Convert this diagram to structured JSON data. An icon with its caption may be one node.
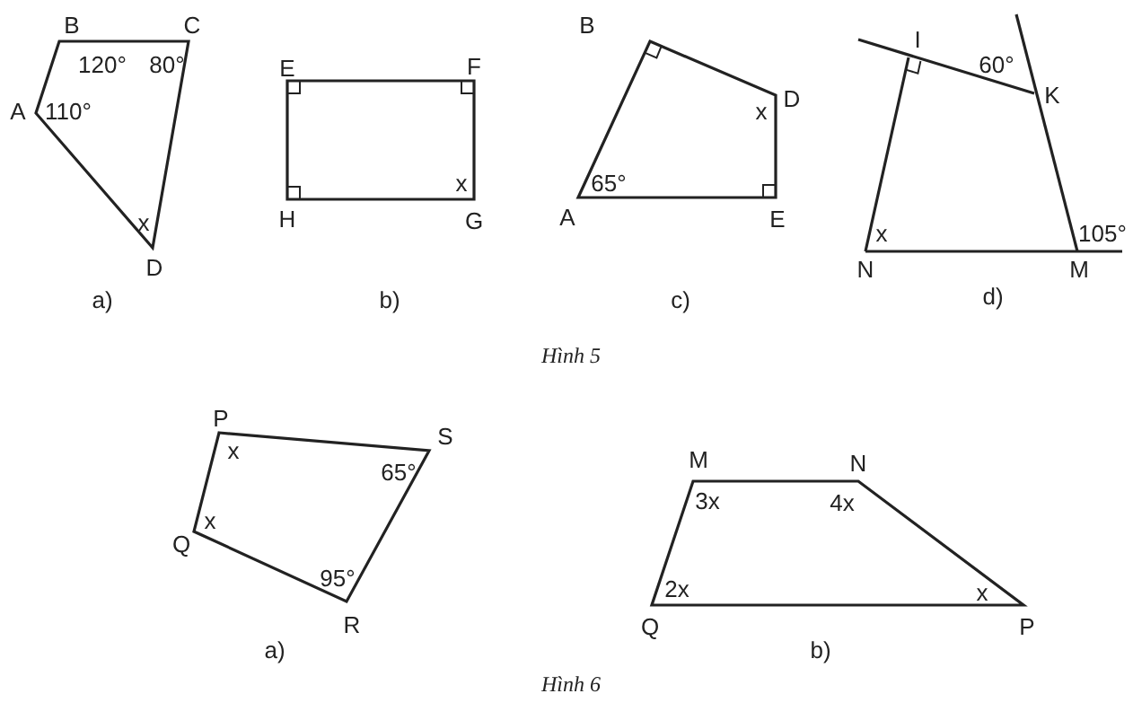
{
  "diagram": {
    "labels": [
      "B",
      "C",
      "120°",
      "80°",
      "A",
      "110°",
      "x",
      "D",
      "a)",
      "E",
      "F",
      "x",
      "H",
      "G",
      "b)",
      "B",
      "D",
      "x",
      "65°",
      "A",
      "E",
      "c)",
      "I",
      "60°",
      "K",
      "x",
      "105°",
      "N",
      "M",
      "d)",
      "Hình 5",
      "P",
      "S",
      "x",
      "65°",
      "x",
      "Q",
      "95°",
      "R",
      "a)",
      "M",
      "N",
      "3x",
      "4x",
      "2x",
      "x",
      "Q",
      "P",
      "b)",
      "Hình 6"
    ]
  }
}
